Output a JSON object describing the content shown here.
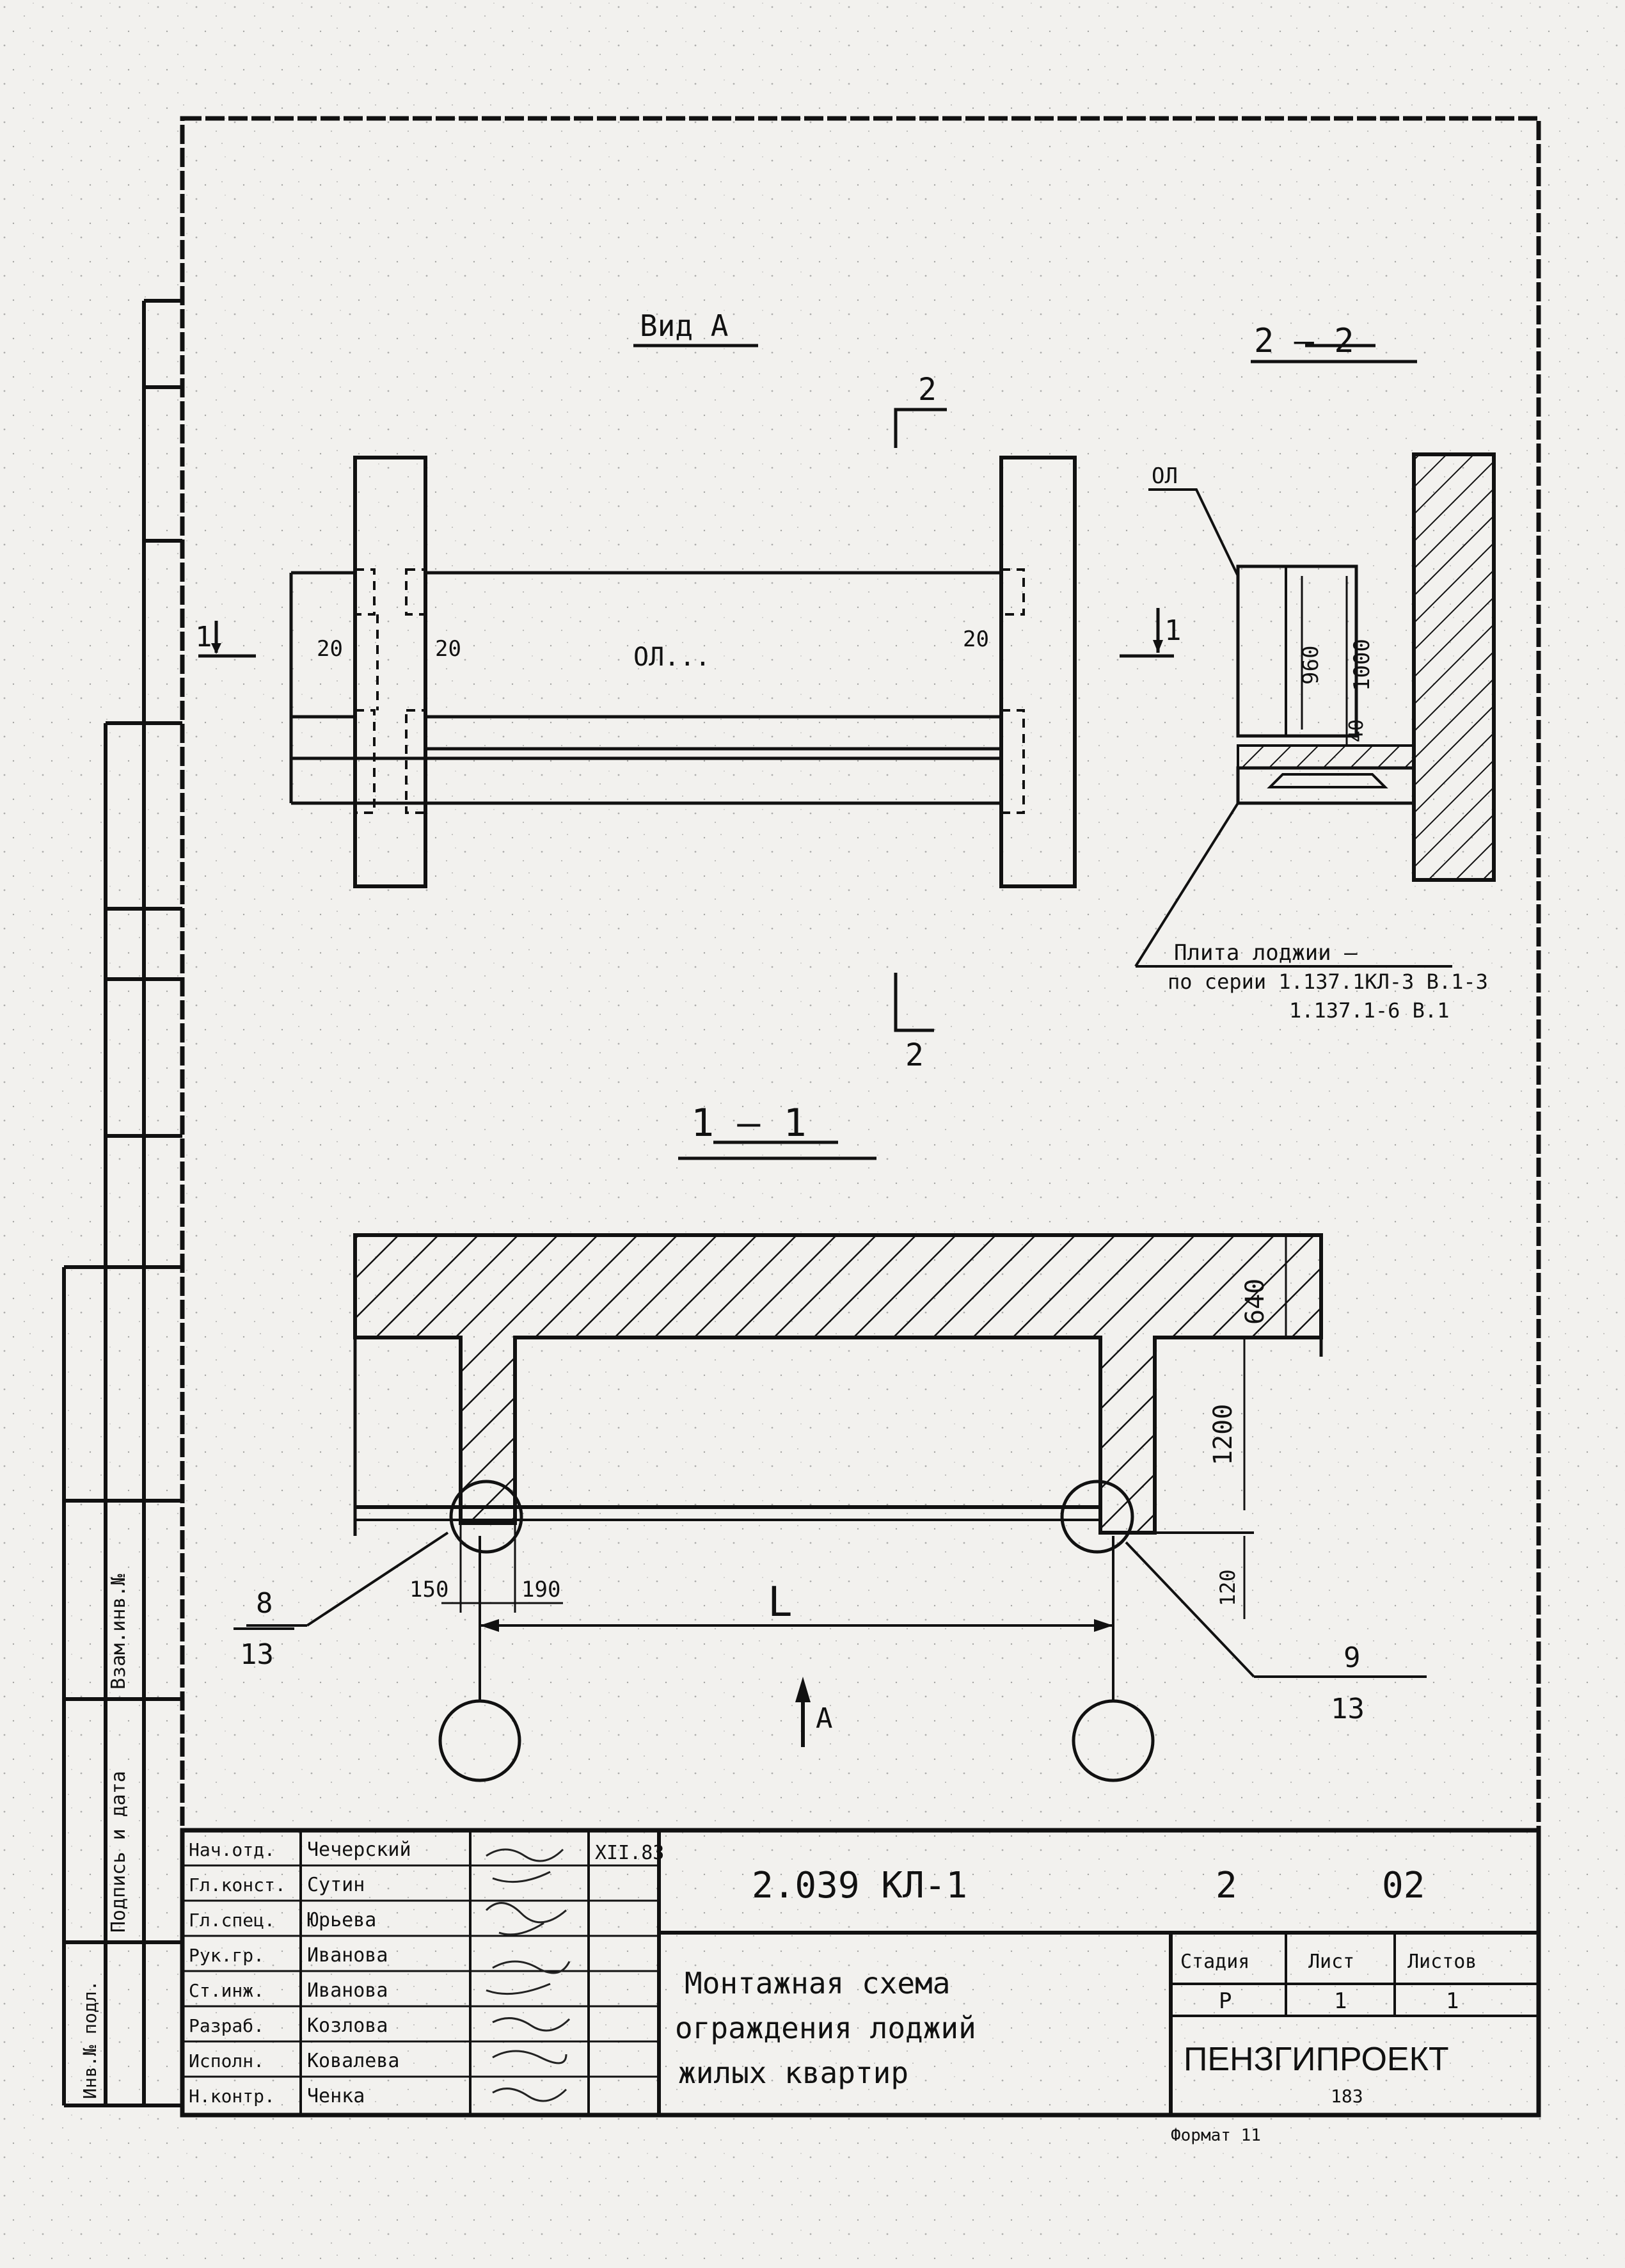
{
  "views": {
    "view_a_title": "Вид А",
    "section_22_title": "2 — 2",
    "section_11_title": "1 — 1"
  },
  "view_a": {
    "cut_mark_top": "2",
    "cut_mark_bottom": "2",
    "cut_left": "1",
    "cut_right": "1",
    "dim_20_a": "20",
    "dim_20_b": "20",
    "dim_20_c": "20",
    "panel_label": "ОЛ..."
  },
  "section_22": {
    "panel_label": "ОЛ",
    "dim_960": "960",
    "dim_1000": "1000",
    "dim_40": "40",
    "note_line1": "Плита лоджии —",
    "note_line2": "по серии 1.137.1КЛ-3 В.1-3",
    "note_line3": "1.137.1-6 В.1"
  },
  "section_11": {
    "dim_640": "640",
    "dim_1200": "1200",
    "dim_120": "120",
    "dim_150": "150",
    "dim_190": "190",
    "dim_L": "L",
    "view_arrow": "А",
    "callout_left_num": "8",
    "callout_left_sheet": "13",
    "callout_right_num": "9",
    "callout_right_sheet": "13"
  },
  "title_block": {
    "doc_code": "2.039 КЛ-1",
    "sheet_code": "2",
    "sheet_code2": "02",
    "sign_date": "XII.83",
    "title_line1": "Монтажная схема",
    "title_line2": "ограждения лоджий",
    "title_line3": "жилых квартир",
    "col_stage": "Стадия",
    "col_sheet": "Лист",
    "col_sheets": "Листов",
    "stage_val": "Р",
    "sheet_val": "1",
    "sheets_val": "1",
    "org": "ПЕНЗГИПРОЕКТ",
    "org_sub": "183",
    "roles": [
      "Нач.отд.",
      "Гл.конст.",
      "Гл.спец.",
      "Рук.гр.",
      "Ст.инж.",
      "Разраб.",
      "Исполн.",
      "Н.контр."
    ],
    "names": [
      "Чечерский",
      "Сутин",
      "Юрьева",
      "Иванова",
      "Иванова",
      "Козлова",
      "Ковалева",
      "Ченка"
    ],
    "format_note": "Формат 11"
  },
  "left_strip": {
    "label1": "Взам.инв.№",
    "label2": "Подпись и дата",
    "label3": "Инв.№ подл."
  }
}
